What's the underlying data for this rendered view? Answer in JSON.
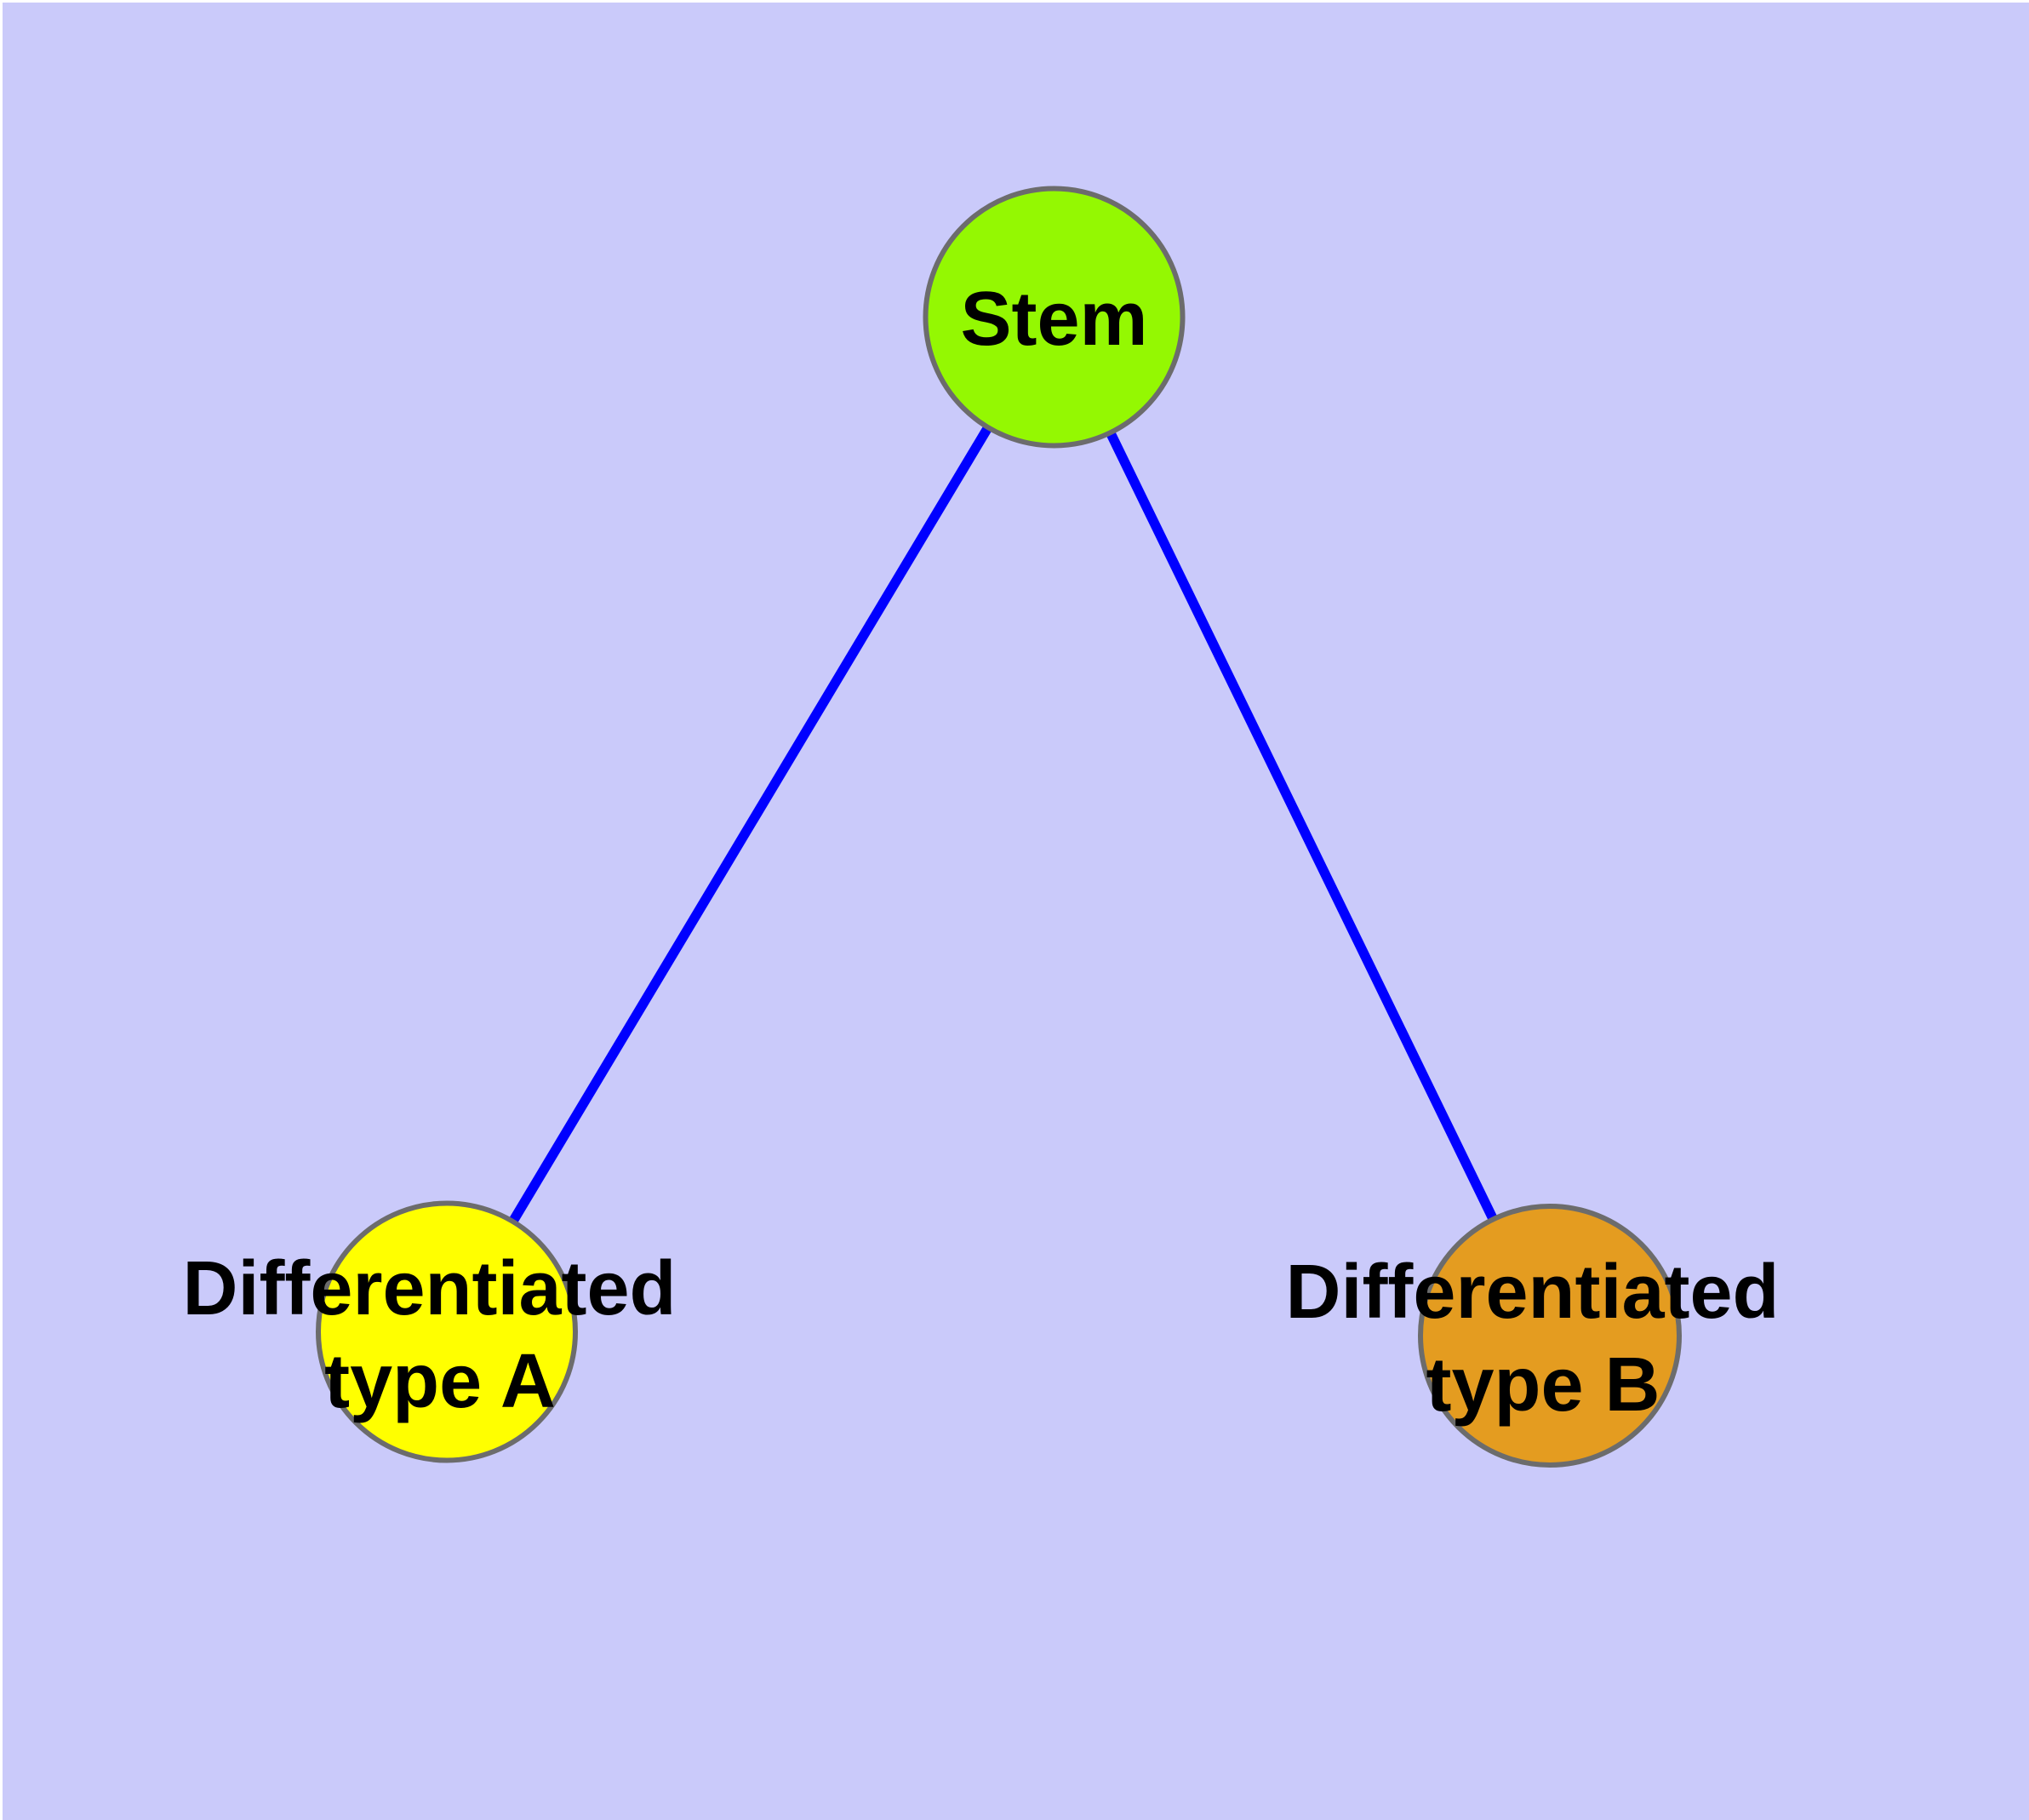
{
  "diagram": {
    "background_color": "#cacafa",
    "frame_color": "#ffffff",
    "edge_color": "#0000ff",
    "node_border_color": "#6c6c6c",
    "label_color": "#000000",
    "nodes": {
      "stem": {
        "label": "Stem",
        "label_lines": [
          "Stem"
        ],
        "fill_color": "#94f802"
      },
      "type_a": {
        "label": "Differentiated type A",
        "label_lines": [
          "Differentiated",
          "type A"
        ],
        "fill_color": "#ffff00"
      },
      "type_b": {
        "label": "Differentiated type B",
        "label_lines": [
          "Differentiated",
          "type B"
        ],
        "fill_color": "#e49c20"
      }
    },
    "edges": [
      {
        "from": "Stem",
        "to": "Differentiated type A"
      },
      {
        "from": "Stem",
        "to": "Differentiated type B"
      }
    ]
  }
}
